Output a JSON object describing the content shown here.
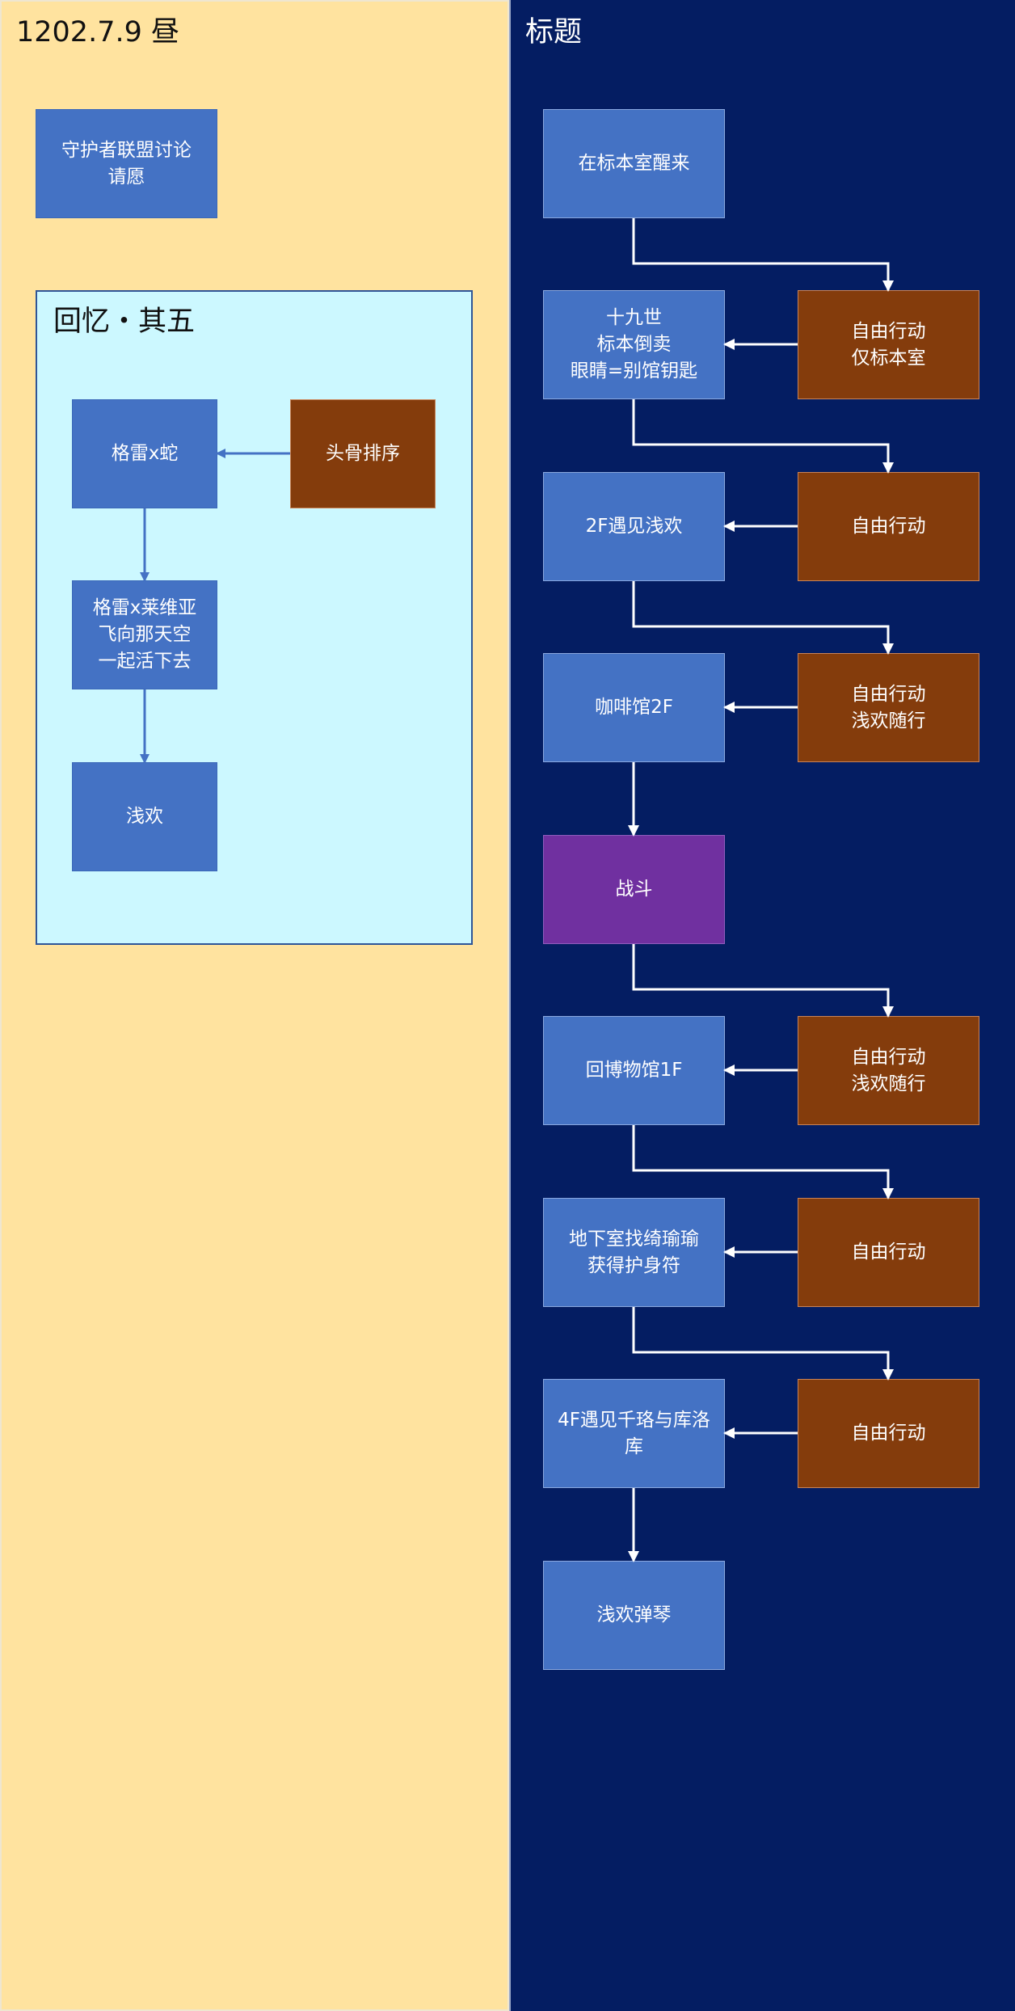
{
  "left_panel": {
    "title": "1202.7.9 昼",
    "request_box": "守护者联盟讨论\n请愿",
    "memory": {
      "title": "回忆・其五",
      "nodes": {
        "gray_snake": "格雷x蛇",
        "skull_sort": "头骨排序",
        "gray_lavia": "格雷x莱维亚\n飞向那天空\n一起活下去",
        "qianhuan": "浅欢"
      }
    }
  },
  "right_panel": {
    "title": "标题",
    "main_flow": {
      "wake_up": "在标本室醒来",
      "nineteenth": "十九世\n标本倒卖\n眼睛=别馆钥匙",
      "meet_2f": "2F遇见浅欢",
      "cafe_2f": "咖啡馆2F",
      "battle": "战斗",
      "museum_1f": "回博物馆1F",
      "basement": "地下室找绮瑜瑜\n获得护身符",
      "meet_4f": "4F遇见千珞与库洛库",
      "piano": "浅欢弹琴"
    },
    "free_actions": {
      "specimen_only": "自由行动\n仅标本室",
      "free_1": "自由行动",
      "with_qianhuan_1": "自由行动\n浅欢随行",
      "with_qianhuan_2": "自由行动\n浅欢随行",
      "free_2": "自由行动",
      "free_3": "自由行动"
    }
  },
  "colors": {
    "left_background": "#ffe39f",
    "right_background": "#041d62",
    "memory_background": "#ccf8ff",
    "blue_node": "#4472c4",
    "brown_node": "#843c0c",
    "purple_node": "#7030a0"
  }
}
